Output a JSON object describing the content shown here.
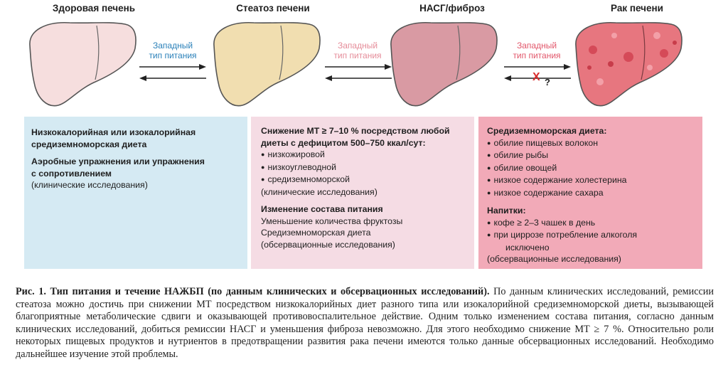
{
  "stages": [
    {
      "title": "Здоровая печень",
      "color": "#f6dede"
    },
    {
      "title": "Стеатоз печени",
      "color": "#f1deb0"
    },
    {
      "title": "НАСГ/фиброз",
      "color": "#d99aa3"
    },
    {
      "title": "Рак печени",
      "color": "#e7767f"
    }
  ],
  "arrows": [
    {
      "label_line1": "Западный",
      "label_line2": "тип питания",
      "label_color": "#2a80b9"
    },
    {
      "label_line1": "Западный",
      "label_line2": "тип питания",
      "label_color": "#e58c99"
    },
    {
      "label_line1": "Западный",
      "label_line2": "тип питания",
      "label_color": "#e2566a",
      "cross": "Х",
      "question": "?"
    }
  ],
  "boxes": {
    "blue": {
      "color": "#d5eaf3",
      "h1": "Низкокалорийная или изокалорийная",
      "h2": "средиземноморская диета",
      "h3": "Аэробные упражнения или упражнения",
      "h4": "с сопротивлением",
      "note": "(клинические исследования)"
    },
    "pink": {
      "color": "#f5dce4",
      "h1": "Снижение МТ ≥ 7–10 % посредством любой",
      "h2": "диеты с дефицитом 500–750 ккал/сут:",
      "items": [
        "низкожировой",
        "низкоуглеводной",
        "средиземноморской"
      ],
      "note1": "(клинические исследования)",
      "h3": "Изменение состава питания",
      "t1": "Уменьшение количества фруктозы",
      "t2": "Средиземноморская диета",
      "note2": "(обсервационные исследования)"
    },
    "red": {
      "color": "#f2aab8",
      "h1": "Средиземноморская диета:",
      "items": [
        "обилие пищевых волокон",
        "обилие рыбы",
        "обилие овощей",
        "низкое содержание холестерина",
        "низкое содержание сахара"
      ],
      "h2": "Напитки:",
      "drink1": "кофе ≥ 2–3 чашек в день",
      "drink2a": "при циррозе потребление алкоголя",
      "drink2b": "исключено",
      "note": "(обсервационные исследования)"
    }
  },
  "caption": {
    "lead": "Рис. 1. Тип питания и течение НАЖБП (по данным клинических и обсервационных исследований).",
    "body": " По данным клинических иссле­дований, ремиссии стеатоза можно достичь при снижении МТ посредством низкокалорийных диет разного типа или изокалорийной сре­диземноморской диеты, вызывающей благоприятные метаболические сдвиги и оказывающей противовоспалительное действие. Одним только изменением состава питания, согласно данным клинических исследований, добиться ремиссии НАСГ и уменьшения фиброза не­возможно. Для этого необходимо снижение МТ ≥ 7 %. Относительно роли некоторых пищевых продуктов и нутриентов в предотвращении развития рака печени имеются только данные обсервационных исследований. Необходимо дальнейшее изучение этой проблемы."
  }
}
